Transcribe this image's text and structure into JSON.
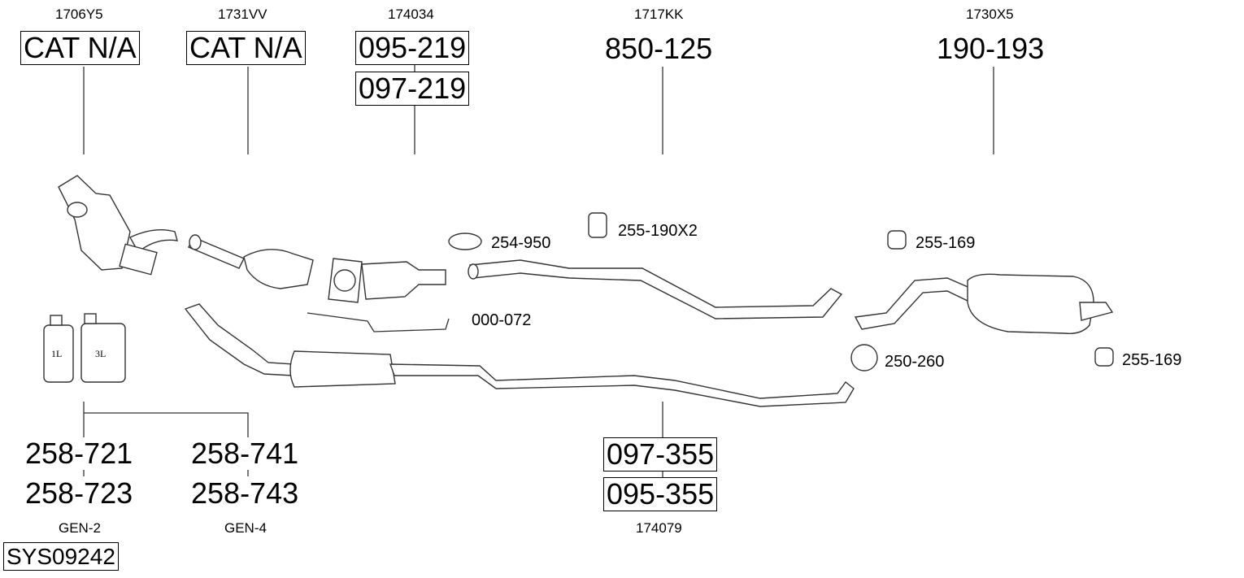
{
  "groups": {
    "catalyst_front": {
      "code": "1706Y5",
      "part": "CAT N/A"
    },
    "catalyst_second": {
      "code": "1731VV",
      "part": "CAT N/A"
    },
    "dpf": {
      "code": "174034",
      "parts": [
        "095-219",
        "097-219"
      ]
    },
    "middle_pipe": {
      "code": "1717KK",
      "part": "850-125"
    },
    "rear_silencer": {
      "code": "1730X5",
      "part": "190-193"
    },
    "front_pipe": {
      "code": "174079",
      "parts": [
        "097-355",
        "095-355"
      ]
    },
    "additive_gen2": {
      "code": "GEN-2",
      "parts": [
        "258-721",
        "258-723"
      ]
    },
    "additive_gen4": {
      "code": "GEN-4",
      "parts": [
        "258-741",
        "258-743"
      ]
    }
  },
  "accessories": {
    "clamp_254": "254-950",
    "mount_255_190": "255-190X2",
    "sensor_000": "000-072",
    "mount_255_169_a": "255-169",
    "clamp_250": "250-260",
    "mount_255_169_b": "255-169"
  },
  "bottles": {
    "small": "1L",
    "large": "3L"
  },
  "system_id": "SYS09242"
}
